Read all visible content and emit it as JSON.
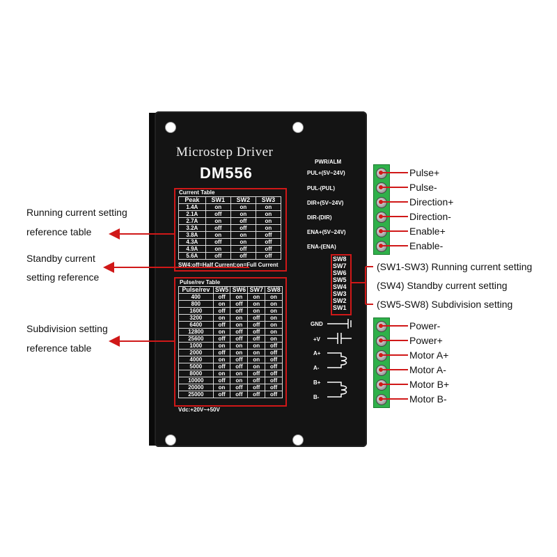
{
  "device": {
    "title": "Microstep Driver",
    "model": "DM556",
    "status_label": "PWR/ALM",
    "vdc_label": "Vdc:+20V~+50V"
  },
  "current_table": {
    "caption": "Current Table",
    "headers": [
      "Peak",
      "SW1",
      "SW2",
      "SW3"
    ],
    "rows": [
      [
        "1.4A",
        "on",
        "on",
        "on"
      ],
      [
        "2.1A",
        "off",
        "on",
        "on"
      ],
      [
        "2.7A",
        "on",
        "off",
        "on"
      ],
      [
        "3.2A",
        "off",
        "off",
        "on"
      ],
      [
        "3.8A",
        "on",
        "on",
        "off"
      ],
      [
        "4.3A",
        "off",
        "on",
        "off"
      ],
      [
        "4.9A",
        "on",
        "off",
        "off"
      ],
      [
        "5.6A",
        "off",
        "off",
        "off"
      ]
    ],
    "note": "SW4:off=Half Current;on=Full Current"
  },
  "pulse_table": {
    "caption": "Pulse/rev Table",
    "headers": [
      "Pulse/rev",
      "SW5",
      "SW6",
      "SW7",
      "SW8"
    ],
    "rows": [
      [
        "400",
        "off",
        "on",
        "on",
        "on"
      ],
      [
        "800",
        "on",
        "off",
        "on",
        "on"
      ],
      [
        "1600",
        "off",
        "off",
        "on",
        "on"
      ],
      [
        "3200",
        "on",
        "on",
        "off",
        "on"
      ],
      [
        "6400",
        "off",
        "on",
        "off",
        "on"
      ],
      [
        "12800",
        "on",
        "off",
        "off",
        "on"
      ],
      [
        "25600",
        "off",
        "off",
        "off",
        "on"
      ],
      [
        "1000",
        "on",
        "on",
        "on",
        "off"
      ],
      [
        "2000",
        "off",
        "on",
        "on",
        "off"
      ],
      [
        "4000",
        "on",
        "off",
        "on",
        "off"
      ],
      [
        "5000",
        "off",
        "off",
        "on",
        "off"
      ],
      [
        "8000",
        "on",
        "on",
        "off",
        "off"
      ],
      [
        "10000",
        "off",
        "on",
        "off",
        "off"
      ],
      [
        "20000",
        "on",
        "off",
        "off",
        "off"
      ],
      [
        "25000",
        "off",
        "off",
        "off",
        "off"
      ]
    ]
  },
  "signal_pins": [
    "PUL+(5V~24V)",
    "PUL-(PUL)",
    "DIR+(5V~24V)",
    "DIR-(DIR)",
    "ENA+(5V~24V)",
    "ENA-(ENA)"
  ],
  "power_pins": [
    "GND",
    "+V",
    "A+",
    "A-",
    "B+",
    "B-"
  ],
  "switches": [
    "SW8",
    "SW7",
    "SW6",
    "SW5",
    "SW4",
    "SW3",
    "SW2",
    "SW1"
  ],
  "signal_labels": [
    "Pulse+",
    "Pulse-",
    "Direction+",
    "Direction-",
    "Enable+",
    "Enable-"
  ],
  "power_labels": [
    "Power-",
    "Power+",
    "Motor A+",
    "Motor A-",
    "Motor B+",
    "Motor B-"
  ],
  "switch_notes": [
    "(SW1-SW3) Running current setting",
    "(SW4) Standby current setting",
    "(SW5-SW8) Subdivision setting"
  ],
  "left_notes": {
    "running_1": "Running current setting",
    "running_2": "reference table",
    "standby_1": "Standby current",
    "standby_2": "setting reference",
    "subdivision_1": "Subdivision setting",
    "subdivision_2": "reference table"
  },
  "colors": {
    "callout": "#d01818",
    "terminal": "#2fb04a",
    "body": "#141414"
  }
}
